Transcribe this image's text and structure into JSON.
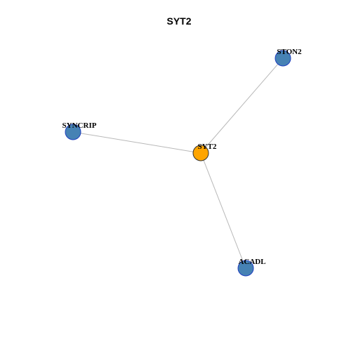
{
  "title": "SYT2",
  "colors": {
    "center_fill": "#FFA500",
    "center_stroke": "#333333",
    "neighbor_fill": "#4682B4",
    "neighbor_stroke": "#1f3fbf",
    "edge": "#b8b8b8"
  },
  "nodes": [
    {
      "id": "SYT2",
      "label": "SYT2",
      "role": "center"
    },
    {
      "id": "STON2",
      "label": "STON2",
      "role": "neighbor"
    },
    {
      "id": "SYNCRIP",
      "label": "SYNCRIP",
      "role": "neighbor"
    },
    {
      "id": "ACADL",
      "label": "ACADL",
      "role": "neighbor"
    }
  ],
  "edges": [
    {
      "source": "SYT2",
      "target": "STON2"
    },
    {
      "source": "SYT2",
      "target": "SYNCRIP"
    },
    {
      "source": "SYT2",
      "target": "ACADL"
    }
  ]
}
